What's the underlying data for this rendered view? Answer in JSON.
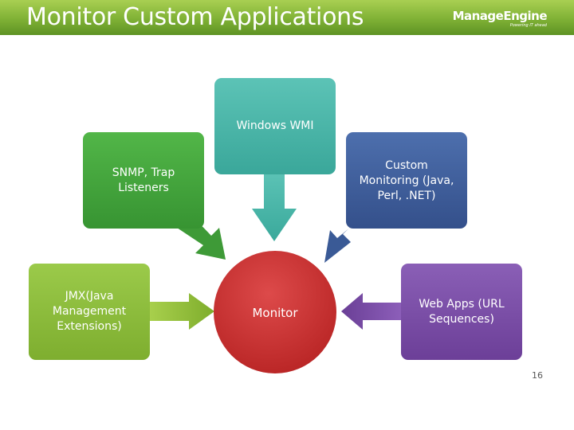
{
  "slide": {
    "title": "Monitor Custom Applications",
    "page_number": "16"
  },
  "logo": {
    "name": "ManageEngine",
    "tagline": "Powering IT ahead"
  },
  "diagram": {
    "center": "Monitor",
    "sources": {
      "wmi": "Windows WMI",
      "snmp": "SNMP, Trap Listeners",
      "custom": "Custom Monitoring (Java, Perl, .NET)",
      "jmx": "JMX(Java Management Extensions)",
      "web": "Web Apps (URL Sequences)"
    }
  },
  "colors": {
    "header": "#7fb135",
    "wmi": "#4fb9ad",
    "snmp": "#43a63c",
    "custom": "#3f5f9c",
    "jmx": "#8bba3c",
    "web": "#7d4fa6",
    "monitor": "#cf3535"
  }
}
